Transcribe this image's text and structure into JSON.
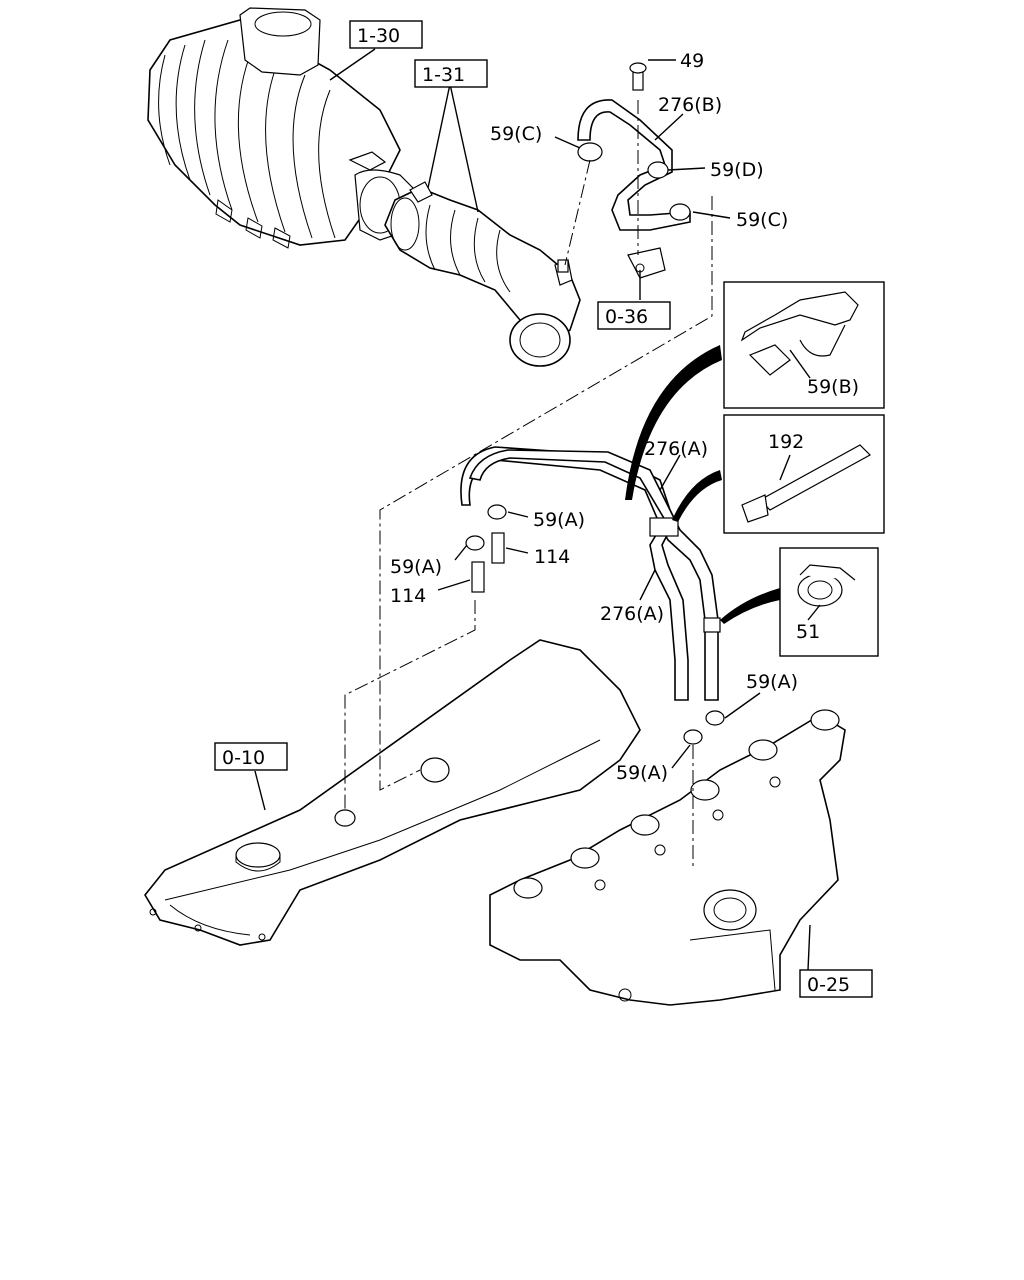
{
  "callouts": {
    "c1_30": "1-30",
    "c1_31": "1-31",
    "c49": "49",
    "c276b": "276(B)",
    "c59c_top": "59(C)",
    "c59d": "59(D)",
    "c59c_right": "59(C)",
    "c0_36": "0-36",
    "c59b": "59(B)",
    "c276a_top": "276(A)",
    "c192": "192",
    "c59a_1": "59(A)",
    "c114_1": "114",
    "c59a_2": "59(A)",
    "c114_2": "114",
    "c276a_bottom": "276(A)",
    "c51": "51",
    "c59a_3": "59(A)",
    "c59a_4": "59(A)",
    "c0_10": "0-10",
    "c0_25": "0-25"
  }
}
